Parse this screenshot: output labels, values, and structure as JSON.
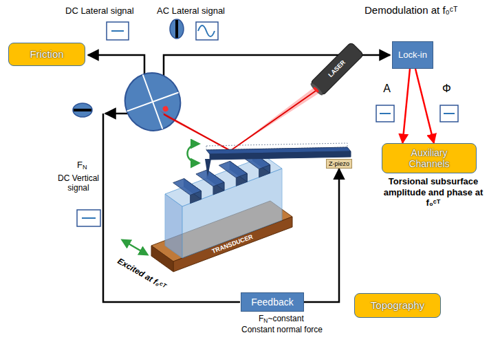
{
  "diagram": {
    "nodes": [
      {
        "text": [
          "Friction"
        ]
      },
      {
        "text": [
          "Lock-in"
        ]
      },
      {
        "text": [
          "Auxiliary Channels"
        ]
      },
      {
        "text": [
          "Z-piezo"
        ]
      },
      {
        "text": [
          "Feedback"
        ]
      },
      {
        "text": [
          "Topography"
        ]
      }
    ],
    "edges": [
      {
        "from": 1,
        "to": 2,
        "arrow": "to",
        "label": "A"
      },
      {
        "from": 1,
        "to": 2,
        "arrow": "to",
        "label": "Φ"
      },
      {
        "from": 4,
        "to": 3,
        "arrow": "to"
      }
    ],
    "labels": [
      "DC Lateral signal",
      "AC Lateral signal",
      "Demodulation at f₀ᶜᵀ",
      "F",
      "N",
      "DC Vertical signal",
      "LASER",
      "TRANSDUCER",
      "Excited at f₀ᶜᵀ",
      "Torsional subsurface amplitude and phase at f₀ᶜᵀ",
      "F",
      "N",
      "~constant",
      "Constant normal force"
    ]
  }
}
